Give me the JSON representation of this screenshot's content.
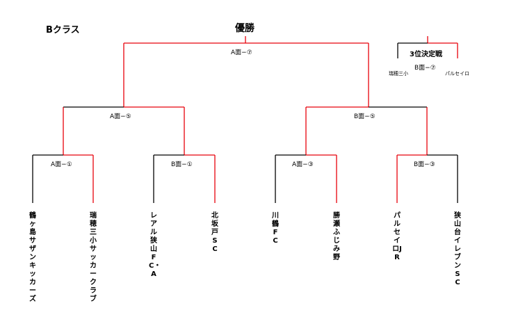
{
  "class_title": "Bクラス",
  "champion_label": "優勝",
  "third_place": {
    "title": "3位決定戦",
    "match": "B面−⑦",
    "left_team": "瑞穂三小",
    "right_team": "パルセイロ"
  },
  "matches": {
    "final": "A面−⑦",
    "semi_left": "A面−⑤",
    "semi_right": "B面−⑤",
    "q1": "A面−①",
    "q2": "B面−①",
    "q3": "A面−③",
    "q4": "B面−③"
  },
  "teams": [
    "鶴ヶ島サザンキッカーズ",
    "瑞穂三小サッカークラブ",
    "レアル狭山FC・A",
    "北坂戸SC",
    "川鶴　FC",
    "勝瀬ふじみ野",
    "パルセイロJR",
    "狭山台イレブンSC"
  ],
  "colors": {
    "winner_line": "#e8000b",
    "line": "#000000"
  }
}
